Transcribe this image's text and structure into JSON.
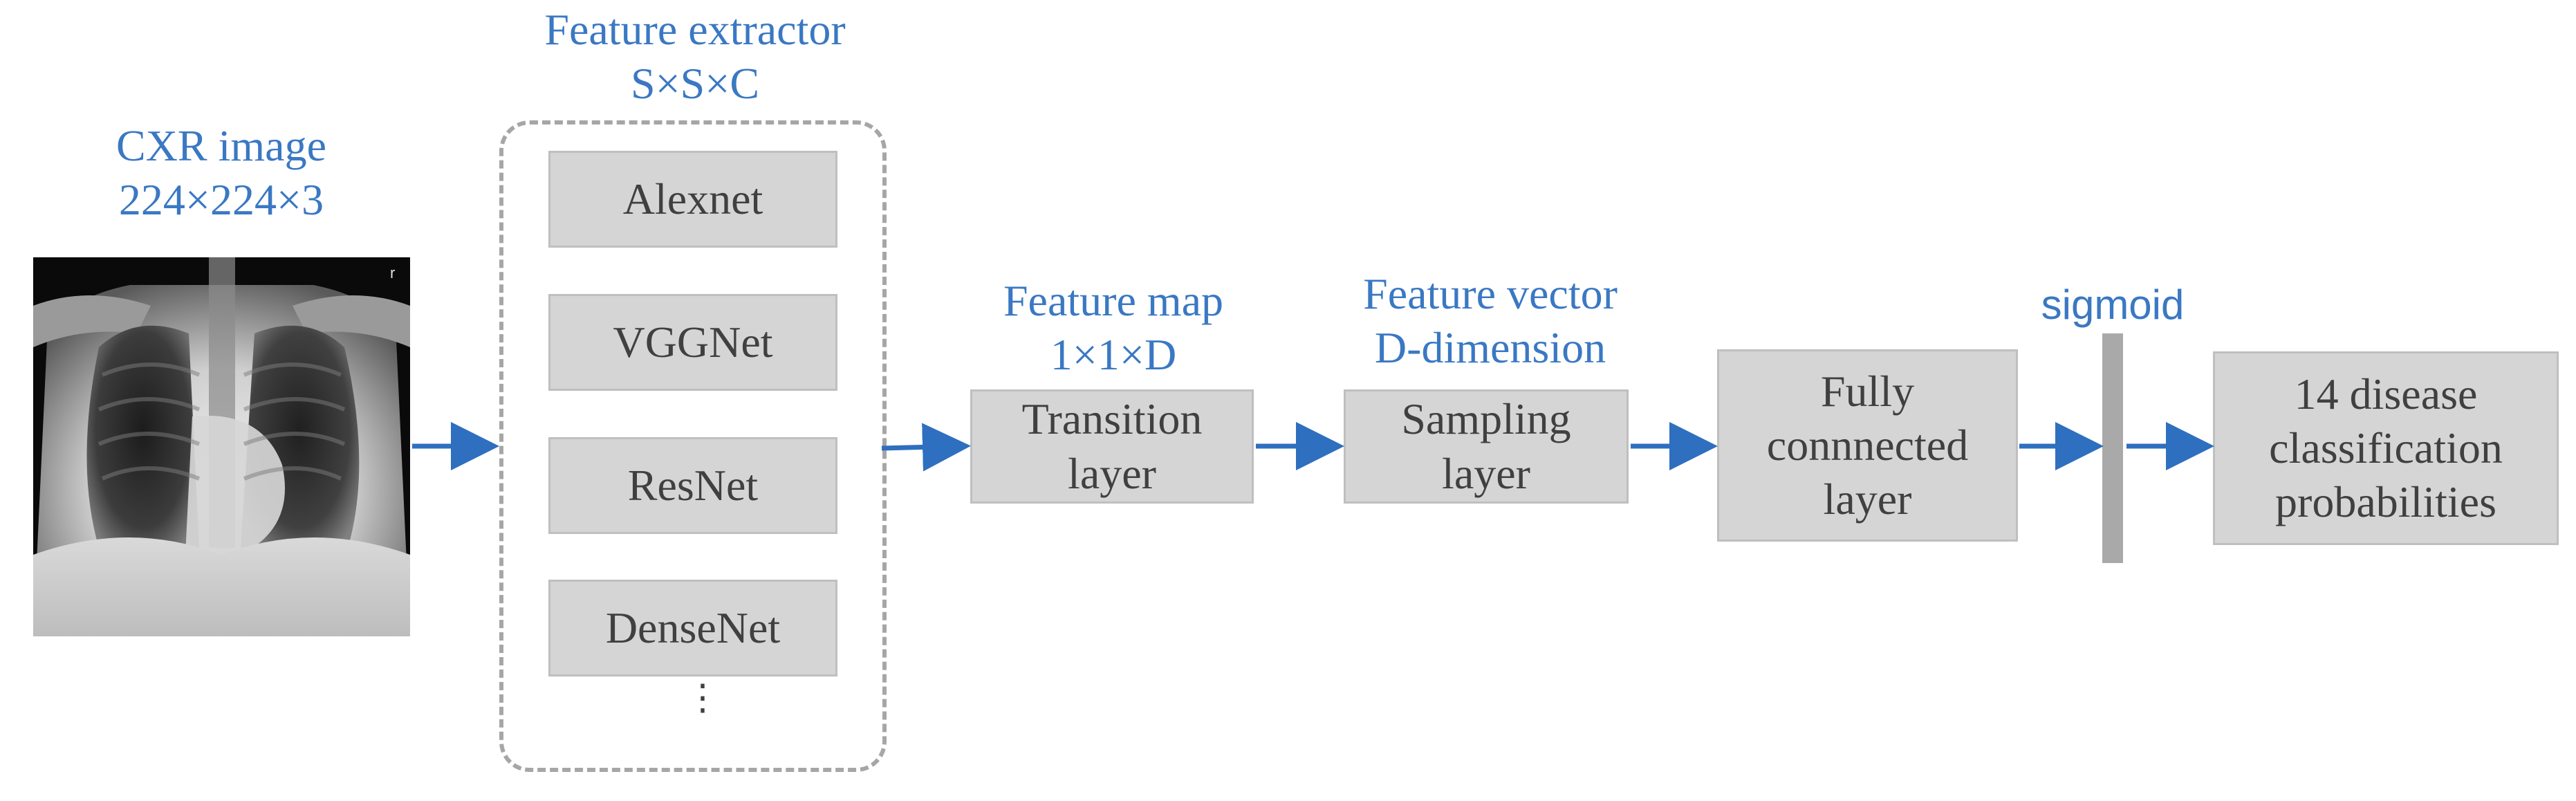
{
  "input": {
    "title": "CXR image",
    "size": "224×224×3"
  },
  "extractor": {
    "title": "Feature extractor",
    "size": "S×S×C",
    "networks": [
      "Alexnet",
      "VGGNet",
      "ResNet",
      "DenseNet"
    ],
    "more": "⋮"
  },
  "feature_map": {
    "title": "Feature map",
    "size": "1×1×D",
    "box_label": "Transition\nlayer"
  },
  "feature_vector": {
    "title": "Feature vector",
    "size": "D-dimension",
    "box_label": "Sampling\nlayer"
  },
  "fc": {
    "box_label": "Fully\nconnnected\nlayer"
  },
  "activation": {
    "label": "sigmoid"
  },
  "output": {
    "box_label": "14 disease\nclassification\nprobabilities"
  },
  "colors": {
    "accent_blue": "#3a78c3",
    "box_fill": "#d5d5d5",
    "arrow": "#2e6fc0"
  }
}
